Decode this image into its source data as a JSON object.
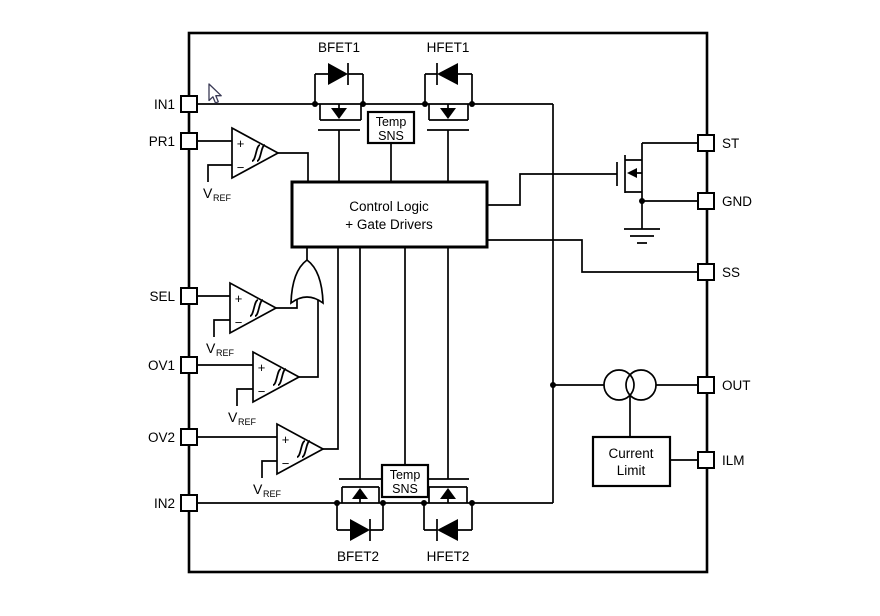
{
  "diagram": {
    "pins": {
      "left": [
        {
          "label": "IN1"
        },
        {
          "label": "PR1"
        },
        {
          "label": "SEL"
        },
        {
          "label": "OV1"
        },
        {
          "label": "OV2"
        },
        {
          "label": "IN2"
        }
      ],
      "right": [
        {
          "label": "ST"
        },
        {
          "label": "GND"
        },
        {
          "label": "SS"
        },
        {
          "label": "OUT"
        },
        {
          "label": "ILM"
        }
      ]
    },
    "fets": {
      "bfet1": {
        "label": "BFET1"
      },
      "hfet1": {
        "label": "HFET1"
      },
      "bfet2": {
        "label": "BFET2"
      },
      "hfet2": {
        "label": "HFET2"
      }
    },
    "blocks": {
      "control_logic": {
        "line1": "Control Logic",
        "line2": "+ Gate Drivers"
      },
      "temp_sns_top": {
        "line1": "Temp",
        "line2": "SNS"
      },
      "temp_sns_bottom": {
        "line1": "Temp",
        "line2": "SNS"
      },
      "current_limit": {
        "line1": "Current",
        "line2": "Limit"
      }
    },
    "labels": {
      "vref": {
        "base": "V",
        "sub": "REF"
      },
      "plus": "+",
      "minus": "−"
    },
    "colors": {
      "line": "#000000",
      "background": "#ffffff",
      "cursor_outline": "#3a3a55"
    }
  }
}
